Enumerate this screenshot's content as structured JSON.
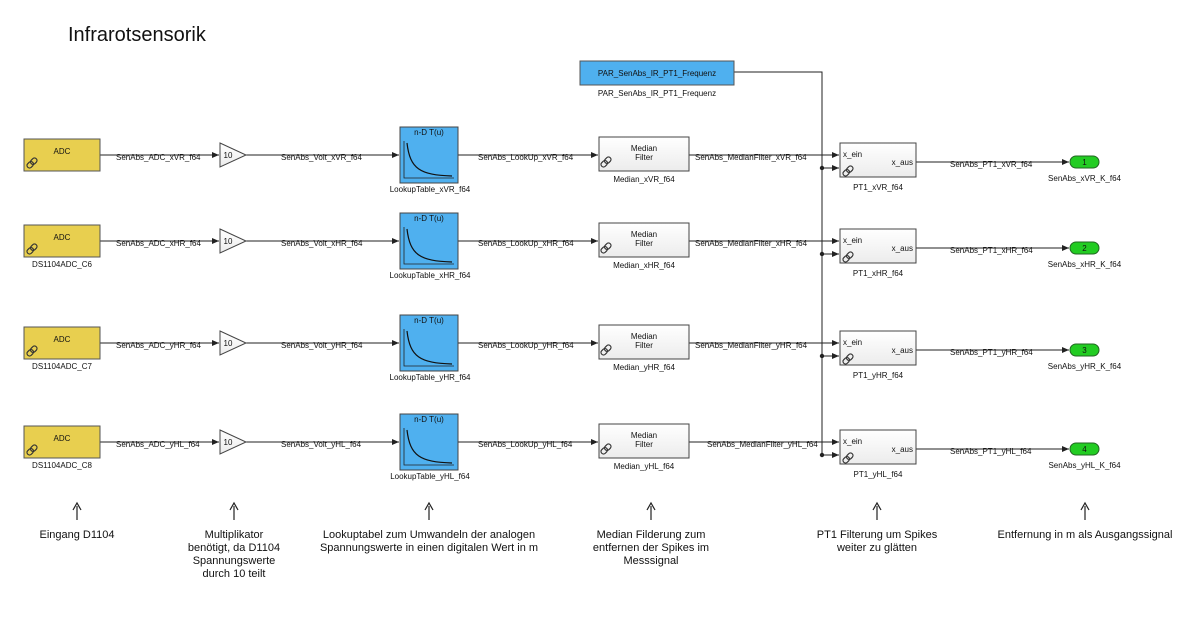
{
  "title": "Infrarotsensorik",
  "parameter": {
    "label": "PAR_SenAbs_IR_PT1_Frequenz",
    "caption": "PAR_SenAbs_IR_PT1_Frequenz"
  },
  "common": {
    "adc_label": "ADC",
    "gain_value": "10",
    "lookup_label": "n-D T(u)",
    "median_line1": "Median",
    "median_line2": "Filter",
    "pt1_in": "x_ein",
    "pt1_out": "x_aus"
  },
  "rows": [
    {
      "adc_caption": "",
      "adc_signal": "SenAbs_ADC_xVR_f64",
      "volt_signal": "SenAbs_Volt_xVR_f64",
      "lookup_caption": "LookupTable_xVR_f64",
      "lookup_signal": "SenAbs_LookUp_xVR_f64",
      "median_caption": "Median_xVR_f64",
      "median_signal": "SenAbs_MedianFilter_xVR_f64",
      "pt1_caption": "PT1_xVR_f64",
      "pt1_signal": "SenAbs_PT1_xVR_f64",
      "port": "1",
      "port_caption": "SenAbs_xVR_K_f64"
    },
    {
      "adc_caption": "DS1104ADC_C6",
      "adc_signal": "SenAbs_ADC_xHR_f64",
      "volt_signal": "SenAbs_Volt_xHR_f64",
      "lookup_caption": "LookupTable_xHR_f64",
      "lookup_signal": "SenAbs_LookUp_xHR_f64",
      "median_caption": "Median_xHR_f64",
      "median_signal": "SenAbs_MedianFilter_xHR_f64",
      "pt1_caption": "PT1_xHR_f64",
      "pt1_signal": "SenAbs_PT1_xHR_f64",
      "port": "2",
      "port_caption": "SenAbs_xHR_K_f64"
    },
    {
      "adc_caption": "DS1104ADC_C7",
      "adc_signal": "SenAbs_ADC_yHR_f64",
      "volt_signal": "SenAbs_Volt_yHR_f64",
      "lookup_caption": "LookupTable_yHR_f64",
      "lookup_signal": "SenAbs_LookUp_yHR_f64",
      "median_caption": "Median_yHR_f64",
      "median_signal": "SenAbs_MedianFilter_yHR_f64",
      "pt1_caption": "PT1_yHR_f64",
      "pt1_signal": "SenAbs_PT1_yHR_f64",
      "port": "3",
      "port_caption": "SenAbs_yHR_K_f64"
    },
    {
      "adc_caption": "DS1104ADC_C8",
      "adc_signal": "SenAbs_ADC_yHL_f64",
      "volt_signal": "SenAbs_Volt_yHL_f64",
      "lookup_caption": "LookupTable_yHL_f64",
      "lookup_signal": "SenAbs_LookUp_yHL_f64",
      "median_caption": "Median_yHL_f64",
      "median_signal": "SenAbs_MedianFilter_yHL_f64",
      "pt1_caption": "PT1_yHL_f64",
      "pt1_signal": "SenAbs_PT1_yHL_f64",
      "port": "4",
      "port_caption": "SenAbs_yHL_K_f64"
    }
  ],
  "annotations": [
    [
      "Eingang D1104"
    ],
    [
      "Multiplikator",
      "benötigt, da D1104",
      "Spannungswerte",
      "durch 10 teilt"
    ],
    [
      "Lookuptabel zum Umwandeln der analogen",
      "Spannungswerte in einen digitalen Wert in m"
    ],
    [
      "Median Filderung zum",
      "entfernen der Spikes im",
      "Messsignal"
    ],
    [
      "PT1 Filterung um Spikes",
      "weiter zu glätten"
    ],
    [
      "Entfernung in m als Ausgangssignal"
    ]
  ],
  "colors": {
    "adc_fill": "#e8cf4f",
    "lookup_fill": "#4fb0ef",
    "param_fill": "#4fb0ef",
    "port_fill": "#22cc22",
    "line": "#222222"
  }
}
